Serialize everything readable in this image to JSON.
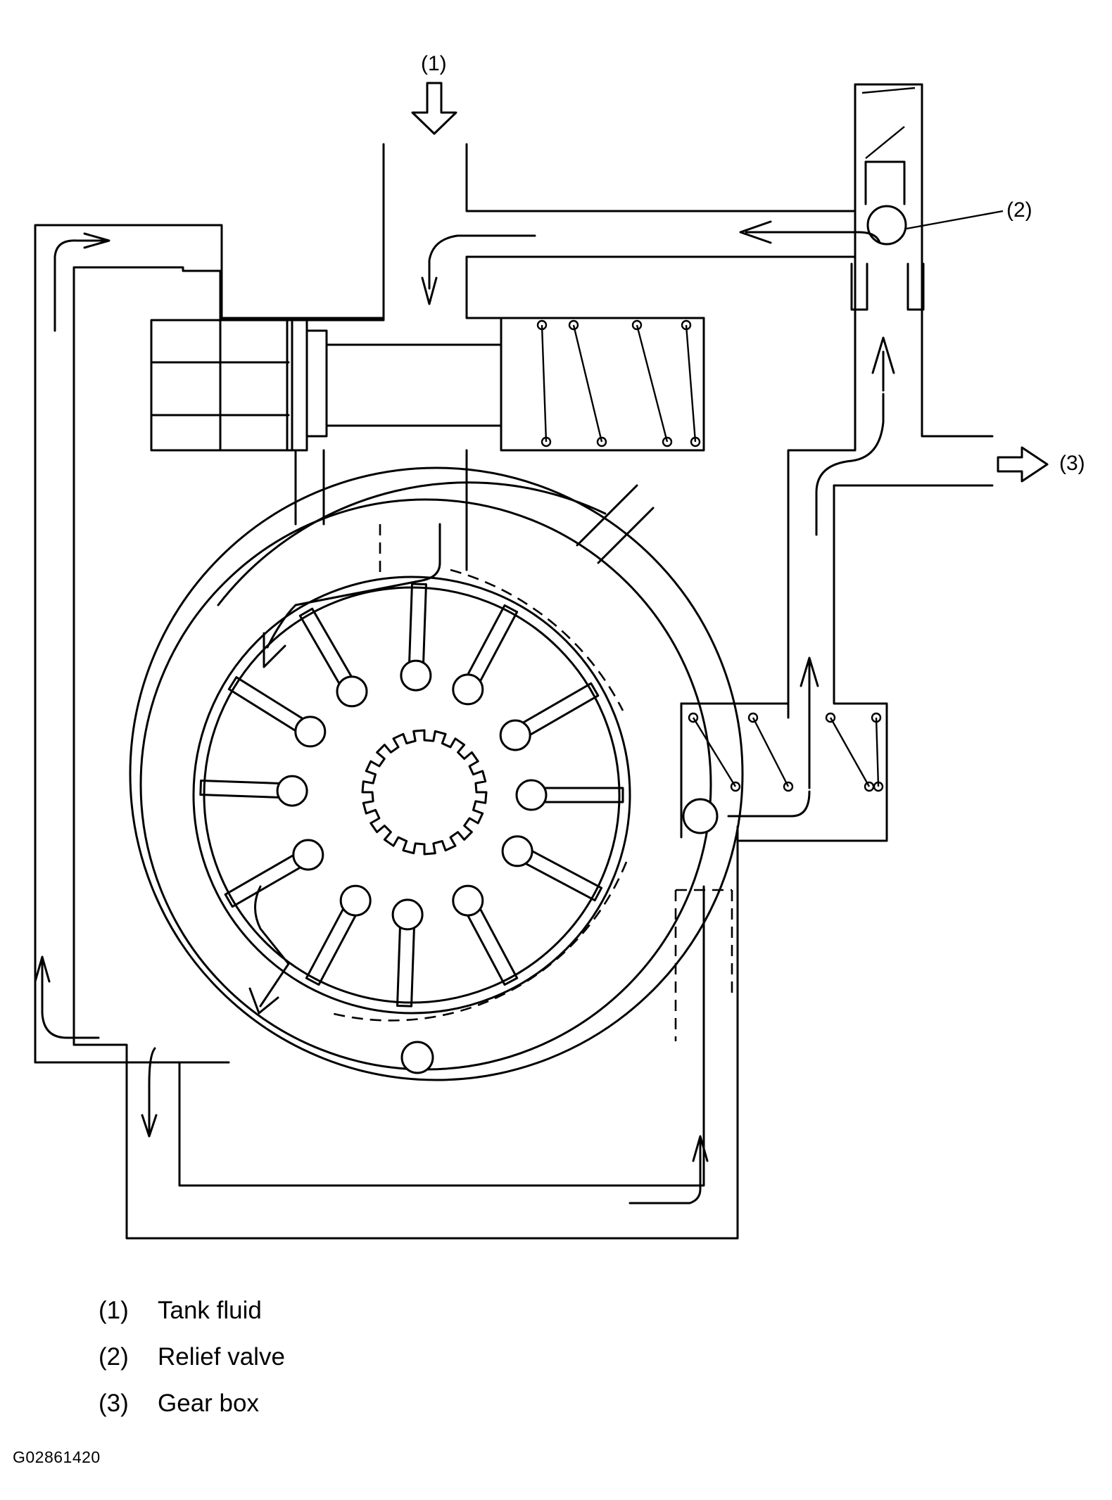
{
  "diagram": {
    "callouts": {
      "inlet": "(1)",
      "relief_valve": "(2)",
      "outlet": "(3)"
    }
  },
  "legend": [
    {
      "num": "(1)",
      "label": "Tank fluid"
    },
    {
      "num": "(2)",
      "label": "Relief valve"
    },
    {
      "num": "(3)",
      "label": "Gear box"
    }
  ],
  "figure_id": "G02861420"
}
